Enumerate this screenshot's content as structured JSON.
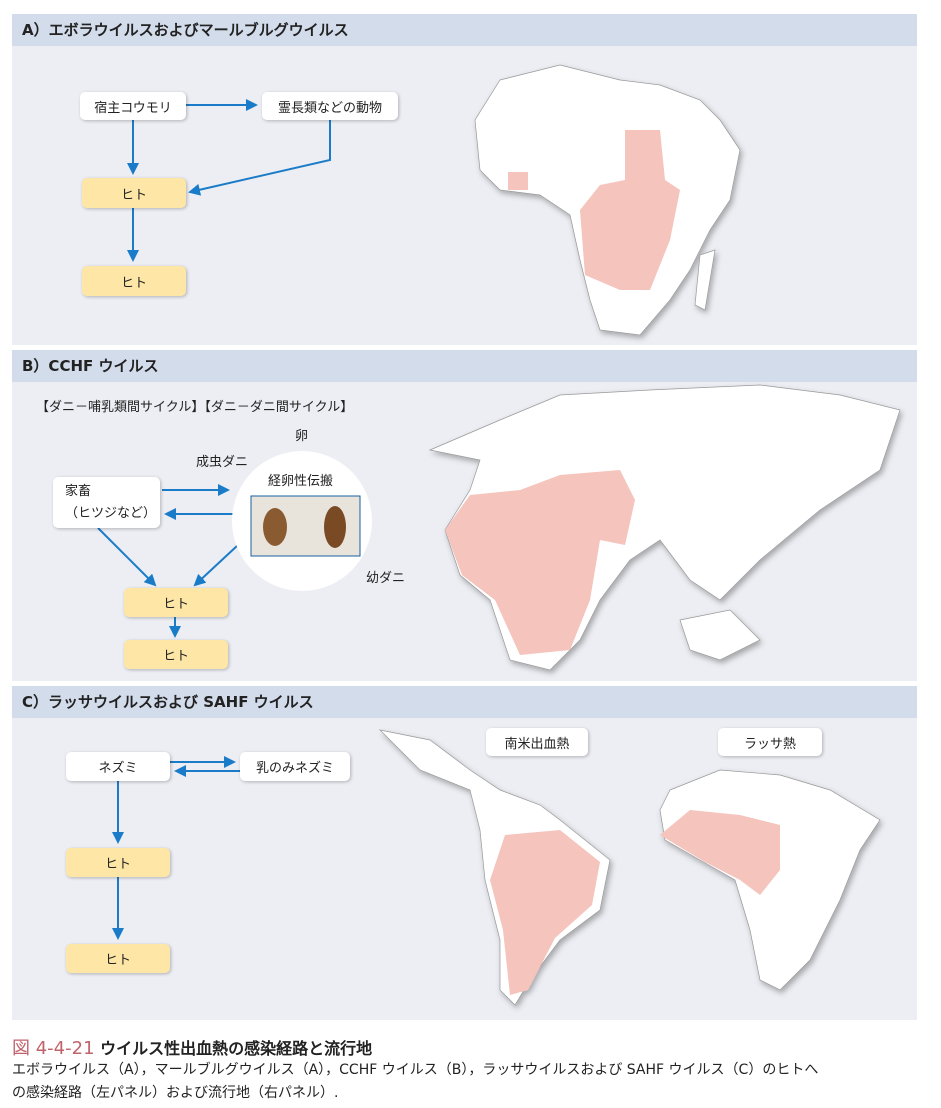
{
  "panels": {
    "a": {
      "title": "A）エボラウイルスおよびマールブルグウイルス",
      "host": "宿主コウモリ",
      "animal": "霊長類などの動物",
      "human1": "ヒト",
      "human2": "ヒト"
    },
    "b": {
      "title": "B）CCHF ウイルス",
      "cycles": "【ダニ－哺乳類間サイクル】【ダニ－ダニ間サイクル】",
      "egg": "卵",
      "adult": "成虫ダニ",
      "larva": "幼ダニ",
      "transovarial": "経卵性伝搬",
      "livestock1": "家畜",
      "livestock2": "（ヒツジなど）",
      "human1": "ヒト",
      "human2": "ヒト"
    },
    "c": {
      "title": "C）ラッサウイルスおよび SAHF ウイルス",
      "rat": "ネズミ",
      "suckling": "乳のみネズミ",
      "human1": "ヒト",
      "human2": "ヒト",
      "sa_label": "南米出血熱",
      "lassa_label": "ラッサ熱"
    }
  },
  "caption": {
    "number": "図 4-4-21",
    "title": "ウイルス性出血熱の感染経路と流行地",
    "body1": "エボラウイルス（A），マールブルグウイルス（A），CCHF ウイルス（B），ラッサウイルスおよび SAHF ウイルス（C）のヒトへ",
    "body2": "の感染経路（左パネル）および流行地（右パネル）."
  },
  "colors": {
    "arrow": "#1a7cc8",
    "endemic": "#f4c4bd",
    "human_box": "#fde6a6",
    "header": "#d3dceb"
  }
}
